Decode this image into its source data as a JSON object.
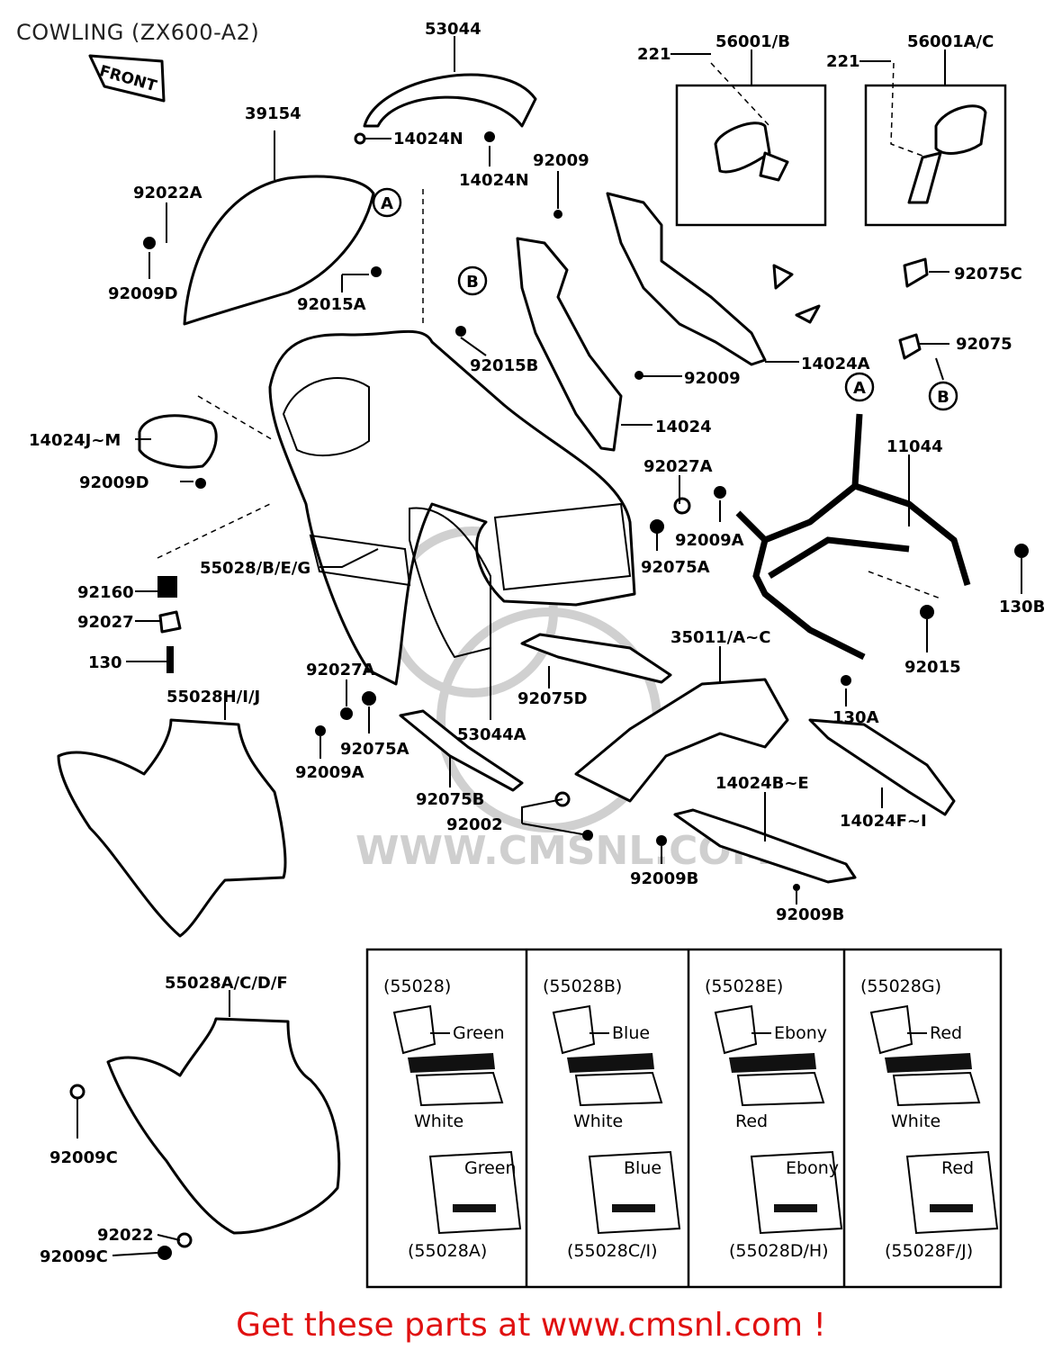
{
  "title": "COWLING (ZX600-A2)",
  "front_badge": "FRONT",
  "cta": "Get these parts at www.cmsnl.com !",
  "watermark": "WWW.CMSNL.COM",
  "callouts": {
    "a": "A",
    "b": "B"
  },
  "part_labels": {
    "p53044": "53044",
    "p221_left": "221",
    "p56001B": "56001/B",
    "p221_right": "221",
    "p56001AC": "56001A/C",
    "p39154": "39154",
    "p14024N_1": "14024N",
    "p14024N_2": "14024N",
    "p92009_top": "92009",
    "p92022A": "92022A",
    "p92009D_top": "92009D",
    "p92015A": "92015A",
    "p92015B": "92015B",
    "p92075C": "92075C",
    "p92075": "92075",
    "p14024A": "14024A",
    "p92009_mid": "92009",
    "p14024": "14024",
    "p14024JM": "14024J~M",
    "p92009D_mid": "92009D",
    "p11044": "11044",
    "p92027A_top": "92027A",
    "p92009A_top": "92009A",
    "p92075A_top": "92075A",
    "p55028BEG": "55028/B/E/G",
    "p92160": "92160",
    "p92027": "92027",
    "p130": "130",
    "p130B": "130B",
    "p92015": "92015",
    "p35011": "35011/A~C",
    "p92027A_mid": "92027A",
    "p92075D": "92075D",
    "p130A": "130A",
    "p55028HIJ": "55028H/I/J",
    "p92075A_mid": "92075A",
    "p53044A": "53044A",
    "p92009A_mid": "92009A",
    "p14024BE": "14024B~E",
    "p14024FI": "14024F~I",
    "p92075B": "92075B",
    "p92002": "92002",
    "p92009B_1": "92009B",
    "p92009B_2": "92009B",
    "p55028ACDF": "55028A/C/D/F",
    "p92009C_1": "92009C",
    "p92022": "92022",
    "p92009C_2": "92009C"
  },
  "variants": [
    {
      "upper_code": "(55028)",
      "stripe": "Green",
      "base": "White",
      "lower_stripe": "Green",
      "lower_code": "(55028A)"
    },
    {
      "upper_code": "(55028B)",
      "stripe": "Blue",
      "base": "White",
      "lower_stripe": "Blue",
      "lower_code": "(55028C/I)"
    },
    {
      "upper_code": "(55028E)",
      "stripe": "Ebony",
      "base": "Red",
      "lower_stripe": "Ebony",
      "lower_code": "(55028D/H)"
    },
    {
      "upper_code": "(55028G)",
      "stripe": "Red",
      "base": "White",
      "lower_stripe": "Red",
      "lower_code": "(55028F/J)"
    }
  ]
}
